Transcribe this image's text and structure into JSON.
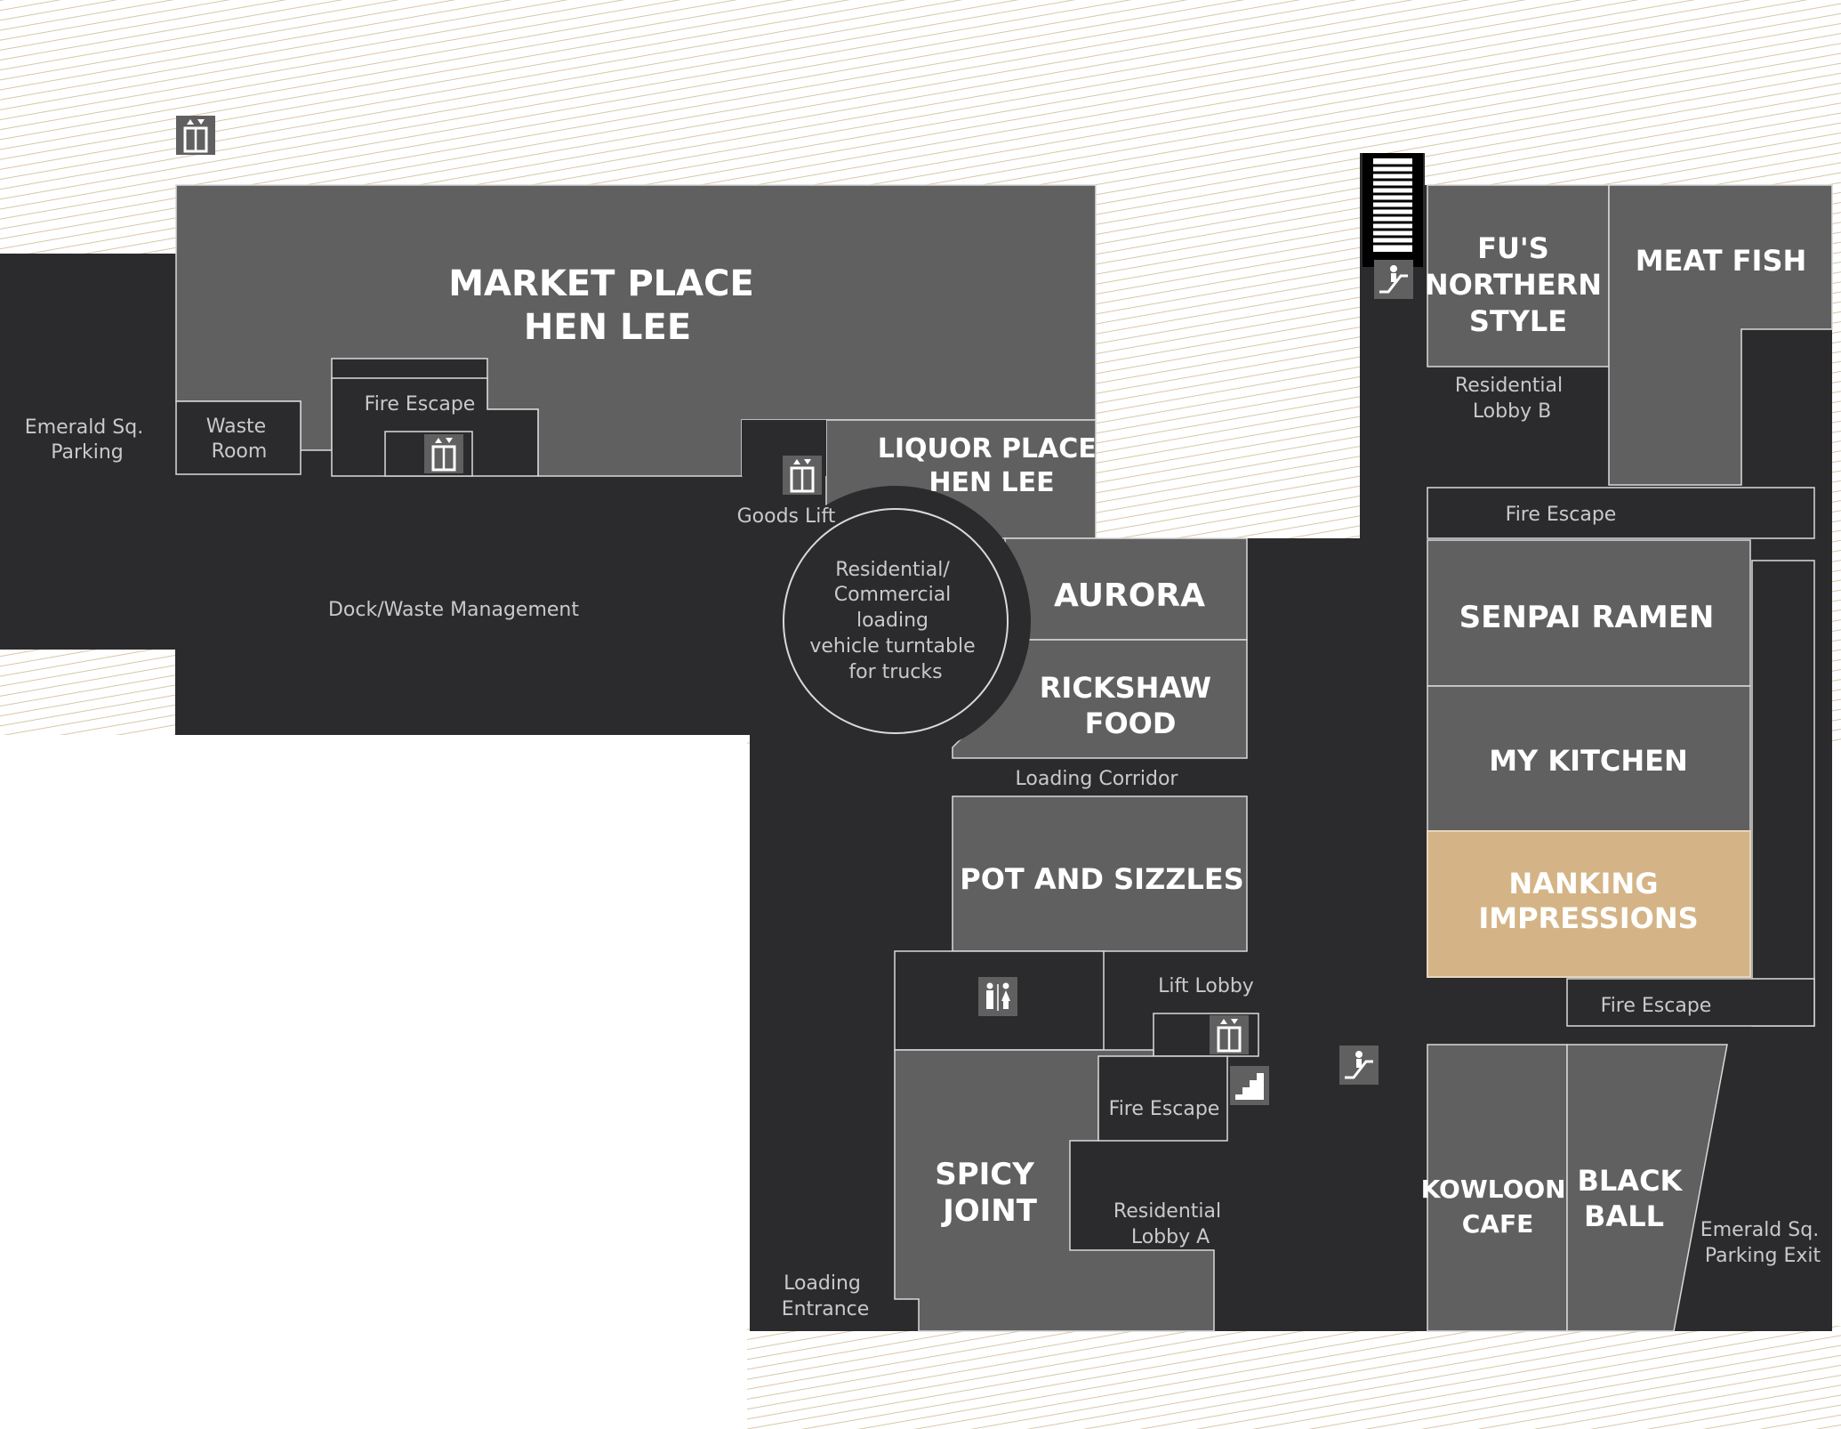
{
  "map": {
    "colors": {
      "floor": "#2b2b2e",
      "unit": "#606060",
      "highlight": "#d4b486",
      "hatch": "#d8c7a8",
      "label": "#c9c9c9",
      "name": "#ffffff"
    },
    "stores": {
      "market_place": [
        "MARKET PLACE",
        "HEN LEE"
      ],
      "liquor_place": [
        "LIQUOR PLACE",
        "HEN LEE"
      ],
      "aurora": [
        "AURORA"
      ],
      "rickshaw": [
        "RICKSHAW",
        "FOOD"
      ],
      "pot_sizzles": [
        "POT AND SIZZLES"
      ],
      "spicy_joint": [
        "SPICY",
        "JOINT"
      ],
      "fus": [
        "FU'S",
        "NORTHERN",
        "STYLE"
      ],
      "meat_fish": [
        "MEAT FISH"
      ],
      "senpai": [
        "SENPAI RAMEN"
      ],
      "my_kitchen": [
        "MY KITCHEN"
      ],
      "nanking": [
        "NANKING",
        "IMPRESSIONS"
      ],
      "kowloon": [
        "KOWLOON",
        "CAFE"
      ],
      "black_ball": [
        "BLACK",
        "BALL"
      ]
    },
    "areas": {
      "emerald_parking": [
        "Emerald Sq.",
        "Parking"
      ],
      "waste_room": [
        "Waste",
        "Room"
      ],
      "fire_escape_top": [
        "Fire Escape"
      ],
      "goods_lift": [
        "Goods Lift"
      ],
      "dock": [
        "Dock/Waste Management"
      ],
      "turntable": [
        "Residential/",
        "Commercial",
        "loading",
        "vehicle turntable",
        "for trucks"
      ],
      "residential_lobby_b": [
        "Residential",
        "Lobby B"
      ],
      "fire_escape_right": [
        "Fire Escape"
      ],
      "loading_corridor": [
        "Loading Corridor"
      ],
      "fire_escape_lower_right": [
        "Fire Escape"
      ],
      "lift_lobby": [
        "Lift Lobby"
      ],
      "fire_escape_mid": [
        "Fire Escape"
      ],
      "residential_lobby_a": [
        "Residential",
        "Lobby A"
      ],
      "loading_entrance": [
        "Loading",
        "Entrance"
      ],
      "emerald_parking_exit": [
        "Emerald Sq.",
        "Parking Exit"
      ]
    },
    "icons": [
      "lift-icon",
      "escalator-icon",
      "stairs-icon",
      "restroom-icon"
    ]
  }
}
